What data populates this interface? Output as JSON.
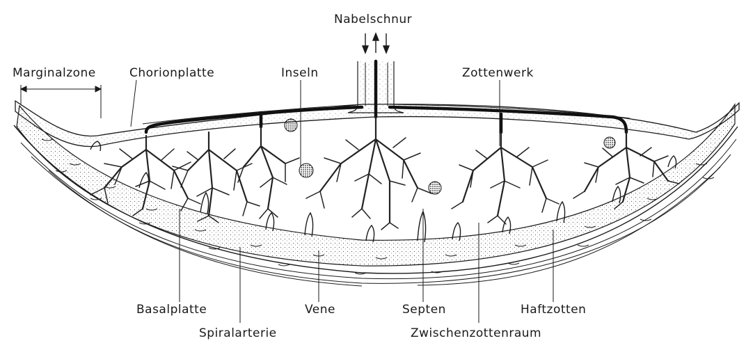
{
  "labels": {
    "nabelschnur": "Nabelschnur",
    "marginalzone": "Marginalzone",
    "chorionplatte": "Chorionplatte",
    "inseln": "Inseln",
    "zottenwerk": "Zottenwerk",
    "basalplatte": "Basalplatte",
    "spiralarterie": "Spiralarterie",
    "vene": "Vene",
    "septen": "Septen",
    "zwischenzottenraum": "Zwischenzottenraum",
    "haftzotten": "Haftzotten"
  }
}
